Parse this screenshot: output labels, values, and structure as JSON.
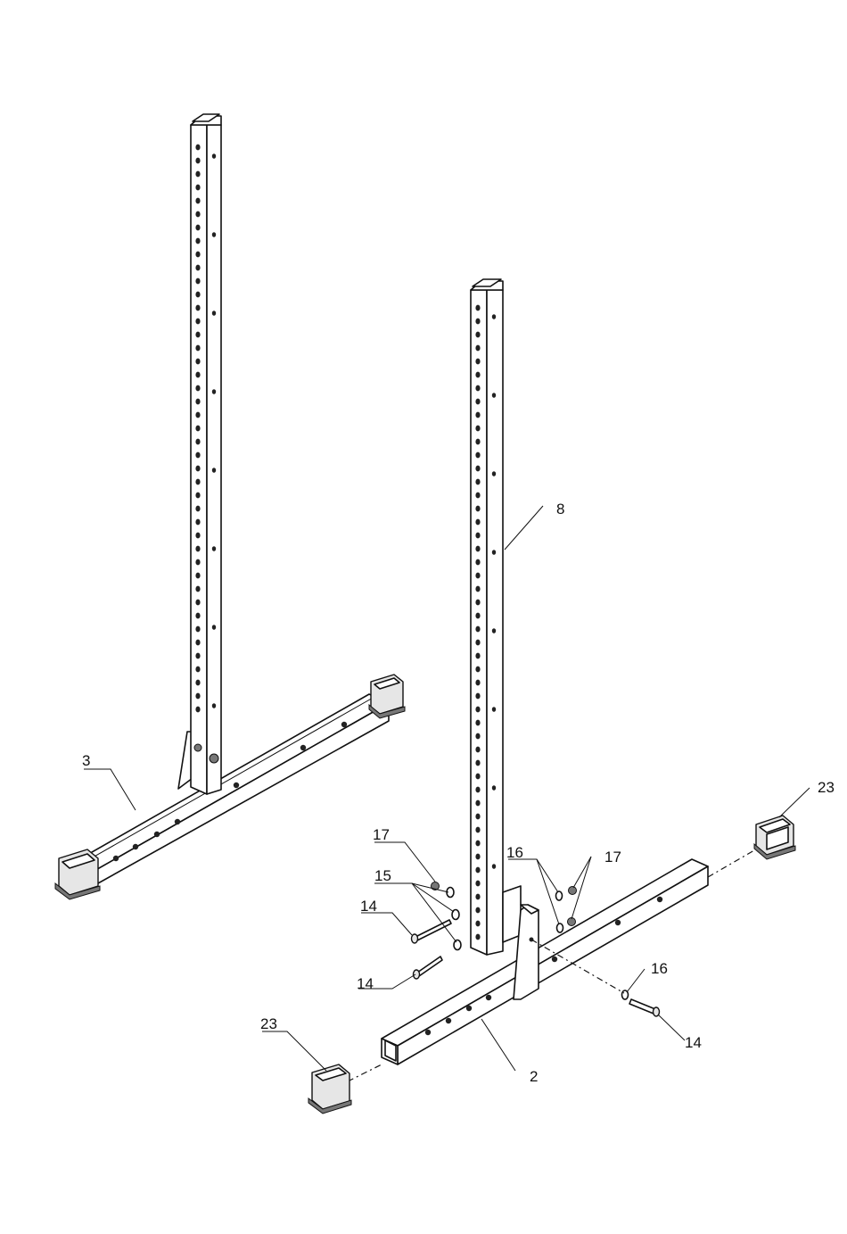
{
  "callouts": {
    "part_3": "3",
    "part_8": "8",
    "part_23_right": "23",
    "part_23_left": "23",
    "part_17_left": "17",
    "part_15": "15",
    "part_14_upper": "14",
    "part_14_lower": "14",
    "part_16_top": "16",
    "part_17_right": "17",
    "part_16_bolt": "16",
    "part_14_right": "14",
    "part_2": "2"
  }
}
